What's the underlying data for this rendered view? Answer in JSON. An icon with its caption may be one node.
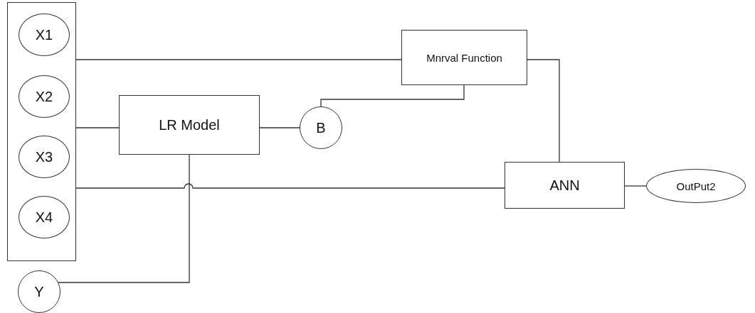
{
  "diagram": {
    "nodes": [
      {
        "text": [],
        "shape": "box"
      },
      {
        "text": [
          "X1"
        ],
        "in": 0
      },
      {
        "text": [
          "X2"
        ],
        "in": 0
      },
      {
        "text": [
          "X3"
        ],
        "in": 0
      },
      {
        "text": [
          "X4"
        ],
        "in": 0
      },
      {
        "text": [
          "Mnrval Function"
        ]
      },
      {
        "text": [
          "LR Model"
        ]
      },
      {
        "text": [
          "B"
        ]
      },
      {
        "text": [
          "ANN"
        ]
      },
      {
        "text": [
          "OutPut2"
        ]
      },
      {
        "text": [
          "Y"
        ]
      }
    ],
    "edges": [
      {
        "from": 0,
        "to": 5,
        "arrow": "none"
      },
      {
        "from": 0,
        "to": 6,
        "arrow": "none"
      },
      {
        "from": 0,
        "to": 8,
        "arrow": "none"
      },
      {
        "from": 6,
        "to": 7,
        "arrow": "none"
      },
      {
        "from": 7,
        "to": 5,
        "arrow": "none"
      },
      {
        "from": 5,
        "to": 8,
        "arrow": "none"
      },
      {
        "from": 8,
        "to": 9,
        "arrow": "none"
      },
      {
        "from": 6,
        "to": 10,
        "arrow": "none"
      }
    ]
  }
}
